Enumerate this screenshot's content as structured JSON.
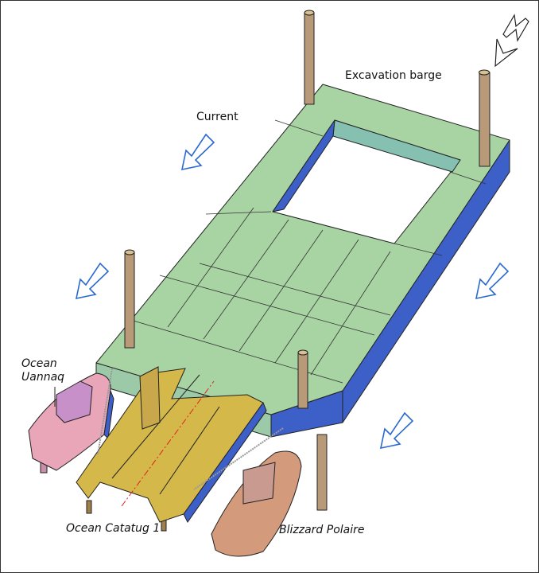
{
  "labels": {
    "barge": "Excavation barge",
    "current": "Current",
    "uannaq_line1": "Ocean",
    "uannaq_line2": "Uannaq",
    "catatug": "Ocean Catatug 1",
    "blizzard": "Blizzard Polaire",
    "north": "N"
  },
  "colors": {
    "deck": "#a8d4a4",
    "side": "#3c5fc8",
    "pink": "#e8a6b8",
    "yellow": "#d4b84a",
    "tan": "#d49a7c",
    "arrow": "#2a6ad0"
  }
}
